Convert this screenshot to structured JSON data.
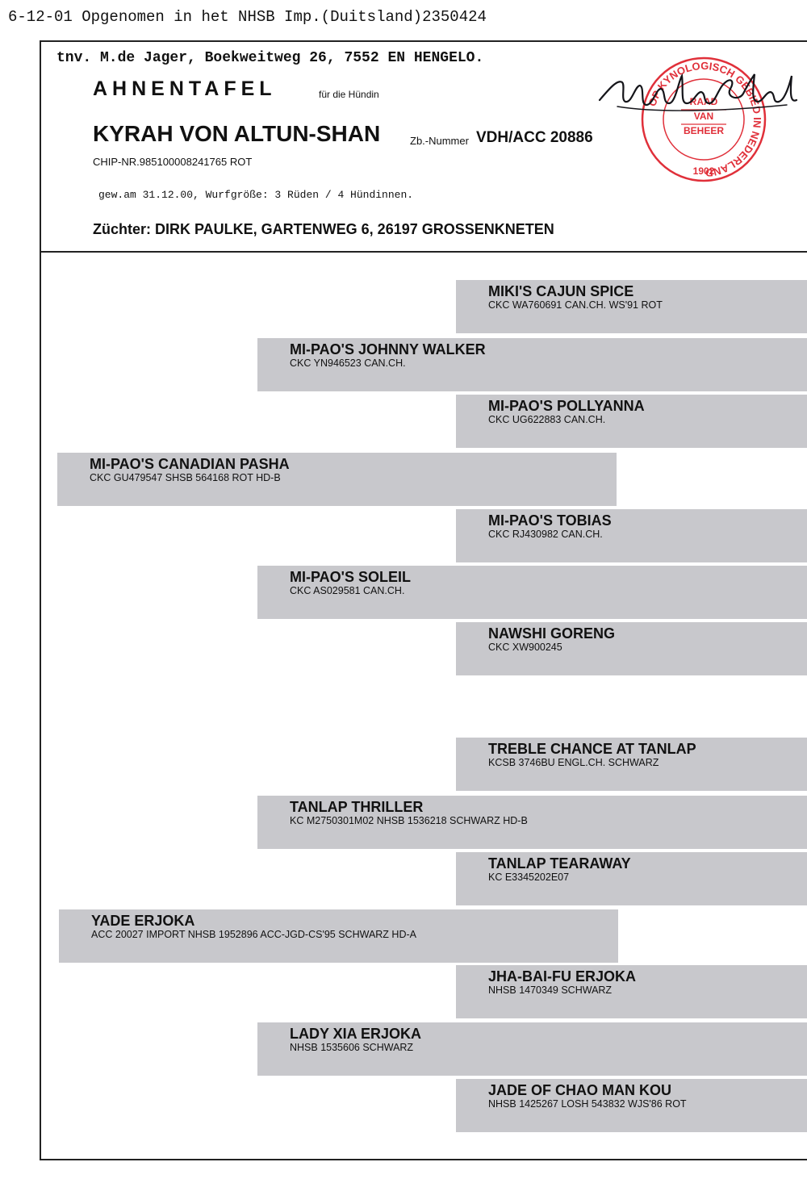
{
  "header": {
    "top_note": "6-12-01  Opgenomen in het NHSB Imp.(Duitsland)2350424",
    "owner_line": "tnv.  M.de Jager, Boekweitweg 26, 7552 EN HENGELO.",
    "title": "AHNENTAFEL",
    "subtitle": "für die Hündin",
    "dog_name": "KYRAH VON ALTUN-SHAN",
    "zb_label": "Zb.-Nummer",
    "zb_number": "VDH/ACC 20886",
    "chip": "CHIP-NR.985100008241765  ROT",
    "birth": "gew.am 31.12.00, Wurfgröße: 3 Rüden / 4 Hündinnen.",
    "breeder": "Züchter: DIRK PAULKE, GARTENWEG 6, 26197 GROSSENKNETEN"
  },
  "stamp": {
    "ring_text": "OP KYNOLOGISCH GEBIED IN NEDERLAND",
    "center_lines": [
      "RAAD",
      "VAN",
      "BEHEER"
    ],
    "year": "1902",
    "color": "#e0303a"
  },
  "signature_text": "Lydia Schaak",
  "pedigree": [
    {
      "name": "MIKI'S CAJUN SPICE",
      "details": "CKC WA760691  CAN.CH.  WS'91   ROT"
    },
    {
      "name": "MI-PAO'S JOHNNY WALKER",
      "details": "CKC YN946523  CAN.CH."
    },
    {
      "name": "MI-PAO'S POLLYANNA",
      "details": "CKC UG622883  CAN.CH."
    },
    {
      "name": "MI-PAO'S CANADIAN PASHA",
      "details": "CKC GU479547  SHSB 564168   ROT  HD-B"
    },
    {
      "name": "MI-PAO'S TOBIAS",
      "details": "CKC RJ430982  CAN.CH."
    },
    {
      "name": "MI-PAO'S SOLEIL",
      "details": "CKC AS029581  CAN.CH."
    },
    {
      "name": "NAWSHI GORENG",
      "details": "CKC XW900245"
    },
    {
      "name": "TREBLE CHANCE AT TANLAP",
      "details": "KCSB 3746BU  ENGL.CH.   SCHWARZ"
    },
    {
      "name": "TANLAP THRILLER",
      "details": "KC M2750301M02  NHSB 1536218    SCHWARZ  HD-B"
    },
    {
      "name": "TANLAP TEARAWAY",
      "details": "KC E3345202E07"
    },
    {
      "name": "YADE ERJOKA",
      "details": "ACC 20027  IMPORT NHSB 1952896  ACC-JGD-CS'95    SCHWARZ   HD-A"
    },
    {
      "name": "JHA-BAI-FU ERJOKA",
      "details": "NHSB 1470349  SCHWARZ"
    },
    {
      "name": "LADY XIA ERJOKA",
      "details": "NHSB 1535606  SCHWARZ"
    },
    {
      "name": "JADE OF CHAO MAN KOU",
      "details": "NHSB 1425267  LOSH 543832  WJS'86    ROT"
    }
  ]
}
